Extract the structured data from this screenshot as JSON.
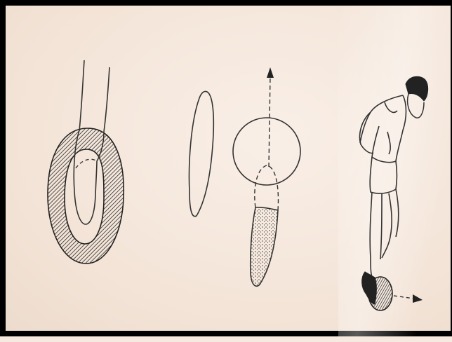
{
  "figure": {
    "items": [
      {
        "name": "foot-on-ring-sketch"
      },
      {
        "name": "narrow-footprint-sketch"
      },
      {
        "name": "footprint-with-direction-arrow-sketch"
      },
      {
        "name": "player-kicking-ball-sketch"
      }
    ]
  }
}
